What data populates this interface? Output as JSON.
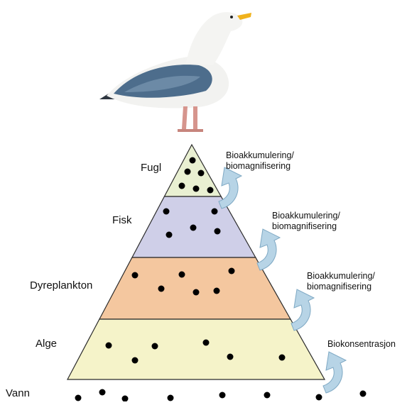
{
  "levels": [
    {
      "label": "Fugl",
      "color": "#e9f0d2"
    },
    {
      "label": "Fisk",
      "color": "#cfcfe8"
    },
    {
      "label": "Dyreplankton",
      "color": "#f4c79f"
    },
    {
      "label": "Alge",
      "color": "#f5f3c9"
    }
  ],
  "water_label": "Vann",
  "annotations": [
    {
      "line1": "Bioakkumulering/",
      "line2": "biomagnifisering"
    },
    {
      "line1": "Bioakkumulering/",
      "line2": "biomagnifisering"
    },
    {
      "line1": "Bioakkumulering/",
      "line2": "biomagnifisering"
    },
    {
      "line1": "Biokonsentrasjon",
      "line2": ""
    }
  ],
  "colors": {
    "arrow": "#b7d4e6",
    "arrow_stroke": "#7fa9c4",
    "dot": "#000000"
  }
}
